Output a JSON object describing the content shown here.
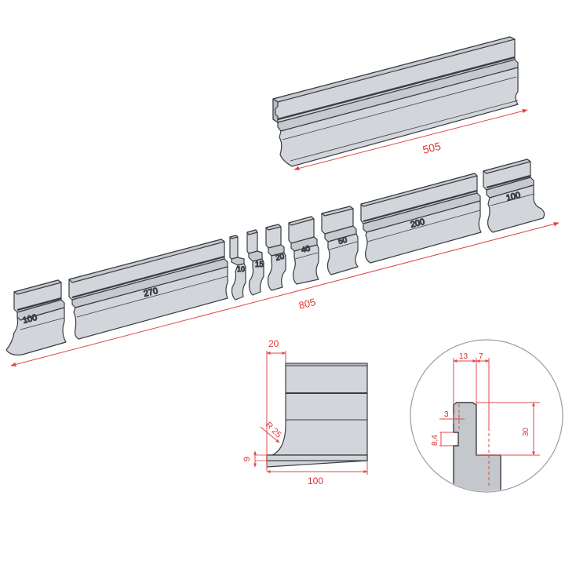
{
  "colors": {
    "face": "#d2d5d9",
    "face_dark": "#b9bdc3",
    "top": "#c6c9ce",
    "edge": "#3a3d42",
    "dimension": "#e04848",
    "label": "#e03a3a"
  },
  "top_segment": {
    "length_label": "505"
  },
  "row_segments": {
    "total_length_label": "805",
    "items": [
      {
        "label": "100"
      },
      {
        "label": "270"
      },
      {
        "label": "10"
      },
      {
        "label": "15"
      },
      {
        "label": "20"
      },
      {
        "label": "40"
      },
      {
        "label": "50"
      },
      {
        "label": "200"
      },
      {
        "label": "100"
      }
    ]
  },
  "cross_section": {
    "width_label": "100",
    "offset_label": "20",
    "radius_label": "R 25",
    "height_label": "9"
  },
  "detail_view": {
    "dim_13": "13",
    "dim_7": "7",
    "dim_3": "3",
    "dim_8_4": "8,4",
    "dim_30": "30"
  }
}
